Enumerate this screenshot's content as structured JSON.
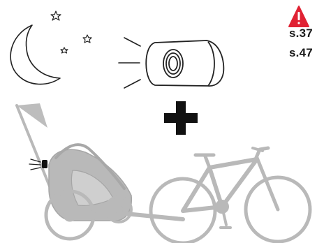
{
  "warning": {
    "icon": "warning-triangle-icon",
    "color": "#e02233",
    "page_refs": [
      "s.37",
      "s.47"
    ]
  },
  "illustration": {
    "night_icons": [
      "moon-icon",
      "star-icon"
    ],
    "light_icon": "bike-light-icon",
    "operator_icon": "plus-icon",
    "vehicles": [
      "child-trailer-with-flag",
      "bicycle"
    ],
    "trailer_light_color": "#111111",
    "vehicle_color": "#b9b9b9"
  }
}
